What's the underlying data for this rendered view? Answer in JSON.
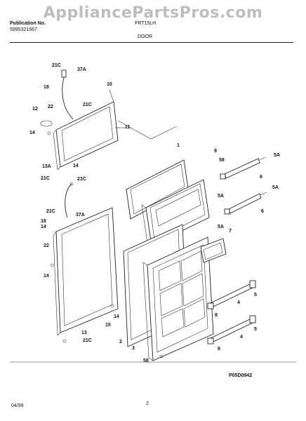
{
  "watermark": "AppliancePartsPros.com",
  "header": {
    "publication_label": "Publication No.",
    "publication_number": "5995321667",
    "model": "FRT15LH",
    "section": "DOOR"
  },
  "labels": [
    {
      "id": "l-21c-a",
      "text": "21C"
    },
    {
      "id": "l-37a-a",
      "text": "37A"
    },
    {
      "id": "l-18-a",
      "text": "18"
    },
    {
      "id": "l-10",
      "text": "10"
    },
    {
      "id": "l-21c-b",
      "text": "21C"
    },
    {
      "id": "l-12",
      "text": "12"
    },
    {
      "id": "l-22-a",
      "text": "22"
    },
    {
      "id": "l-11",
      "text": "11"
    },
    {
      "id": "l-14-a",
      "text": "14"
    },
    {
      "id": "l-13a",
      "text": "13A"
    },
    {
      "id": "l-14-b",
      "text": "14"
    },
    {
      "id": "l-21c-c",
      "text": "21C"
    },
    {
      "id": "l-21c-d",
      "text": "21C"
    },
    {
      "id": "l-1",
      "text": "1"
    },
    {
      "id": "l-9",
      "text": "9"
    },
    {
      "id": "l-58-a",
      "text": "58"
    },
    {
      "id": "l-5a-a",
      "text": "5A"
    },
    {
      "id": "l-6-a",
      "text": "6"
    },
    {
      "id": "l-5a-b",
      "text": "5A"
    },
    {
      "id": "l-5a-c",
      "text": "5A"
    },
    {
      "id": "l-6-b",
      "text": "6"
    },
    {
      "id": "l-21c-e",
      "text": "21C"
    },
    {
      "id": "l-37a-b",
      "text": "37A"
    },
    {
      "id": "l-18-b",
      "text": "18"
    },
    {
      "id": "l-14-c",
      "text": "14"
    },
    {
      "id": "l-22-b",
      "text": "22"
    },
    {
      "id": "l-5a-d",
      "text": "5A"
    },
    {
      "id": "l-7",
      "text": "7"
    },
    {
      "id": "l-14-d",
      "text": "14"
    },
    {
      "id": "l-14-e",
      "text": "14"
    },
    {
      "id": "l-15",
      "text": "15"
    },
    {
      "id": "l-2",
      "text": "2"
    },
    {
      "id": "l-3",
      "text": "3"
    },
    {
      "id": "l-4-a",
      "text": "4"
    },
    {
      "id": "l-5-a",
      "text": "5"
    },
    {
      "id": "l-8-a",
      "text": "8"
    },
    {
      "id": "l-5-b",
      "text": "5"
    },
    {
      "id": "l-4-b",
      "text": "4"
    },
    {
      "id": "l-8-b",
      "text": "8"
    },
    {
      "id": "l-13",
      "text": "13"
    },
    {
      "id": "l-21c-f",
      "text": "21C"
    },
    {
      "id": "l-58-b",
      "text": "58"
    }
  ],
  "footer": {
    "diagram_code": "P05D0942",
    "date": "04/99",
    "page": "2"
  }
}
